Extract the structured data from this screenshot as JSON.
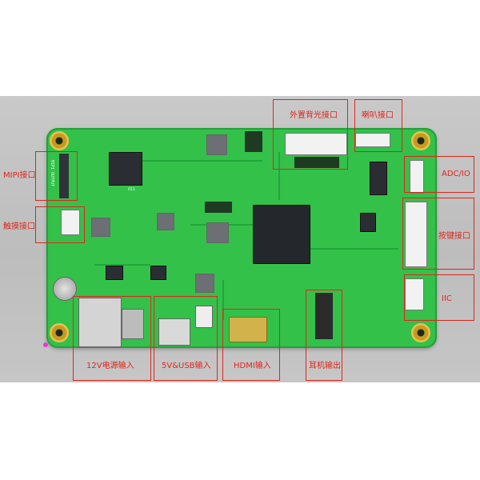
{
  "image": {
    "background_color": "#ffffff",
    "board_color": "#33c14a",
    "annotation_color": "#e0251b"
  },
  "labels": {
    "mipi": "MIPI接口",
    "touch": "触摸接口",
    "backlight": "外置背光接口",
    "speaker": "喇叭接口",
    "adc_io": "ADC/IO",
    "keys": "按键接口",
    "iic": "IIC",
    "power12v": "12V电源输入",
    "usb5v": "5V&USB输入",
    "hdmi": "HDMI输入",
    "earphone": "耳机输出"
  }
}
